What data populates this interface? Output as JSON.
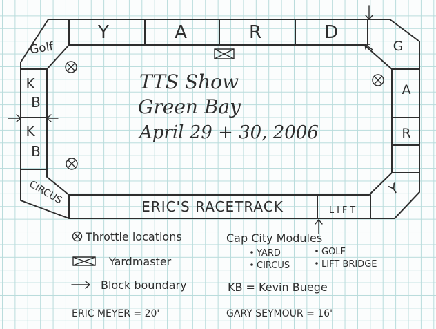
{
  "title": {
    "line1": "TTS Show",
    "line2": "Green Bay",
    "line3": "April 29 + 30, 2006"
  },
  "modules": {
    "yard_letters": [
      "Y",
      "A",
      "R",
      "D"
    ],
    "golf_left": "Golf",
    "gary_letters": [
      "G",
      "A",
      "R",
      "Y"
    ],
    "kb_upper": [
      "K",
      "B"
    ],
    "kb_lower": [
      "K",
      "B"
    ],
    "circus": "CIRCUS",
    "racetrack": "ERIC'S RACETRACK",
    "lift": "LIFT"
  },
  "legend": {
    "throttle": "Throttle locations",
    "yardmaster": "Yardmaster",
    "block": "Block boundary",
    "eric": "ERIC MEYER = 20'",
    "capcity_title": "Cap City Modules",
    "capcity_items": [
      "YARD",
      "GOLF",
      "CIRCUS",
      "LIFT BRIDGE"
    ],
    "kb": "KB = Kevin Buege",
    "gary": "GARY SEYMOUR = 16'"
  }
}
